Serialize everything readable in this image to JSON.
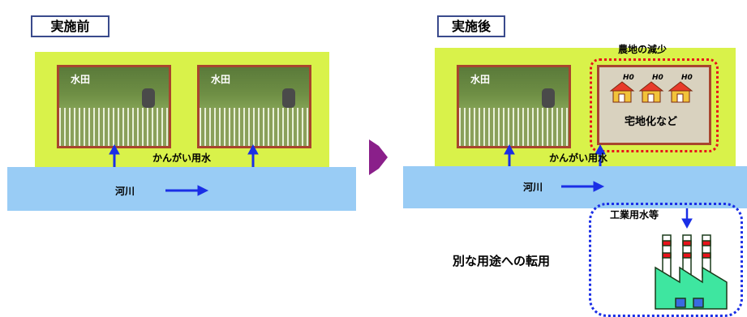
{
  "before": {
    "title": "実施前",
    "photo1_label": "水田",
    "photo2_label": "水田",
    "irrigation_label": "かんがい用水",
    "river_label": "河川"
  },
  "after": {
    "title": "実施後",
    "photo_label": "水田",
    "farmland_decrease_label": "農地の減少",
    "house_labels": [
      "H0",
      "H0",
      "H0"
    ],
    "housing_label": "宅地化など",
    "irrigation_label": "かんがい用水",
    "river_label": "河川",
    "industrial_water_label": "工業用水等",
    "conversion_label": "別な用途への転用"
  },
  "colors": {
    "field": "#d9f24a",
    "river": "#99ccf5",
    "arrow_blue": "#1a2ee6",
    "transition_arrow": "#8a1f8a",
    "photo_border": "#a8452e",
    "red_dashed": "#e8131b",
    "blue_dotted": "#1a2ee6"
  }
}
